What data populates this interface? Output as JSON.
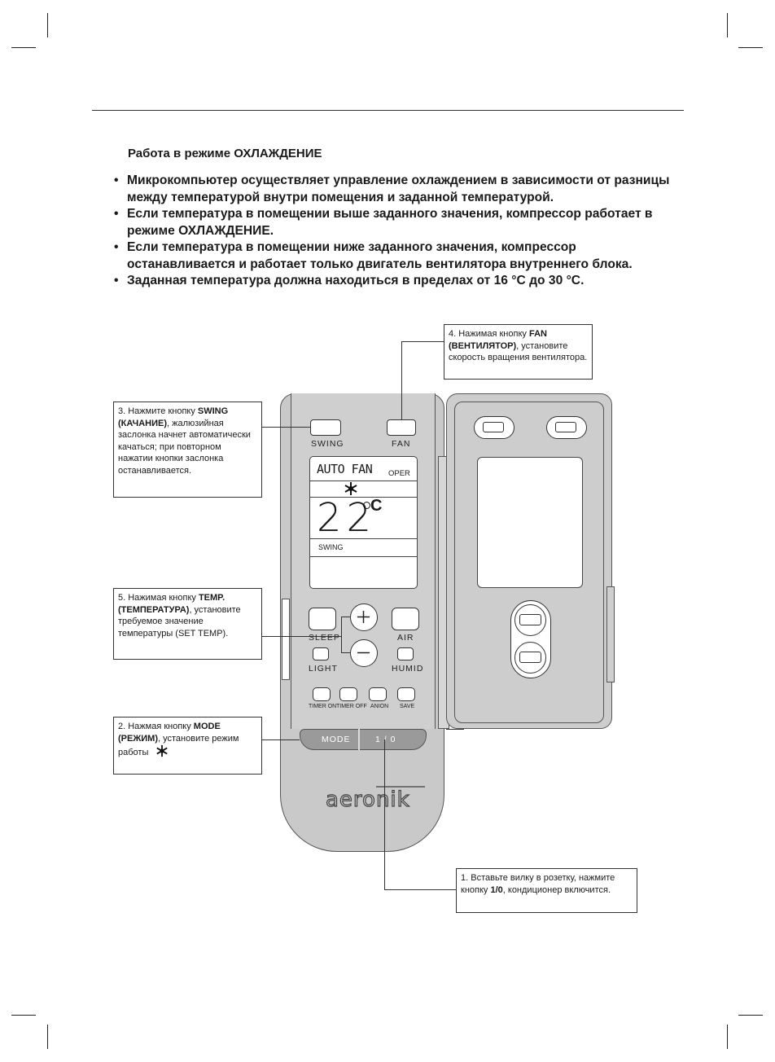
{
  "heading": "Работа в режиме ОХЛАЖДЕНИЕ",
  "bullets": [
    "Микрокомпьютер осуществляет управление охлаждением в зависимости от разницы между температурой внутри помещения и заданной температурой.",
    "Если температура в помещении выше заданного значения, компрессор работает в режиме ОХЛАЖДЕНИЕ.",
    "Если температура в помещении ниже заданного значения, компрессор останавливается и работает только двигатель вентилятора внутреннего блока.",
    "Заданная температура должна находиться в пределах от 16 °С до 30 °С."
  ],
  "callouts": {
    "fan": {
      "pre": "4. Нажимая кнопку ",
      "bold": "FAN (ВЕНТИЛЯТОР)",
      "post": ", установите скорость вращения вентилятора."
    },
    "swing": {
      "pre": "3. Нажмите кнопку ",
      "bold": "SWING (КАЧАНИЕ)",
      "post": ", жалюзийная заслонка начнет автоматически качаться; при повторном нажатии кнопки заслонка останавливается."
    },
    "temp": {
      "pre": "5. Нажимая кнопку ",
      "bold": "TEMP. (ТЕМПЕРАТУРА)",
      "post": ", установите требуемое значение температуры (SET TEMP)."
    },
    "mode": {
      "pre": "2. Нажмая кнопку ",
      "bold": "MODE (РЕЖИМ)",
      "post": ", установите режим работы"
    },
    "power": {
      "pre": "1. Вставьте вилку в розетку, нажмите кнопку ",
      "bold": "1/0",
      "post": ", кондиционер включится."
    }
  },
  "remote": {
    "swing_label": "SWING",
    "fan_label": "FAN",
    "lcd_mode": "AUTO FAN",
    "lcd_oper": "OPER",
    "lcd_temp": "22",
    "lcd_unit": "C",
    "lcd_swing": "SWING",
    "sleep_label": "SLEEP",
    "air_label": "AIR",
    "light_label": "LIGHT",
    "humid_label": "HUMID",
    "timer_on": "TIMER ON",
    "timer_off": "TIMER OFF",
    "anion": "ANION",
    "save": "SAVE",
    "mode_label": "MODE",
    "power_label": "1 / 0",
    "brand": "aeronik"
  },
  "icons": {
    "cool": "snowflake-icon",
    "plus": "plus-icon",
    "minus": "minus-icon"
  }
}
